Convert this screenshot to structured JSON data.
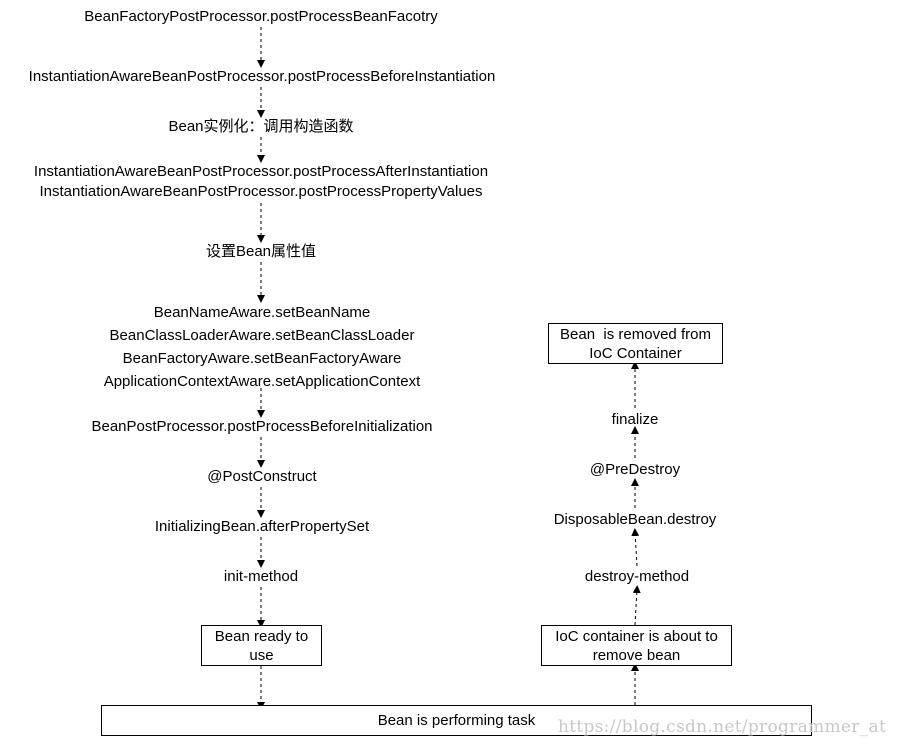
{
  "left_flow": {
    "step1": "BeanFactoryPostProcessor.postProcessBeanFacotry",
    "step2": "InstantiationAwareBeanPostProcessor.postProcessBeforeInstantiation",
    "step3": "Bean实例化：调用构造函数",
    "step4_line1": "InstantiationAwareBeanPostProcessor.postProcessAfterInstantiation",
    "step4_line2": "InstantiationAwareBeanPostProcessor.postProcessPropertyValues",
    "step5": "设置Bean属性值",
    "aware_line1": "BeanNameAware.setBeanName",
    "aware_line2": "BeanClassLoaderAware.setBeanClassLoader",
    "aware_line3": "BeanFactoryAware.setBeanFactoryAware",
    "aware_line4": "ApplicationContextAware.setApplicationContext",
    "step7": "BeanPostProcessor.postProcessBeforeInitialization",
    "step8": "@PostConstruct",
    "step9": "InitializingBean.afterPropertySet",
    "step10": "init-method",
    "ready_line1": "Bean ready to",
    "ready_line2": "use"
  },
  "bottom_box": "Bean is performing task",
  "right_flow": {
    "about_line1": "IoC container is about to",
    "about_line2": "remove bean",
    "destroy_method": "destroy-method",
    "disposable": "DisposableBean.destroy",
    "predestroy": "@PreDestroy",
    "finalize": "finalize",
    "removed_line1": "Bean  is removed from",
    "removed_line2": "IoC Container"
  },
  "watermark": "https://blog.csdn.net/programmer_at"
}
